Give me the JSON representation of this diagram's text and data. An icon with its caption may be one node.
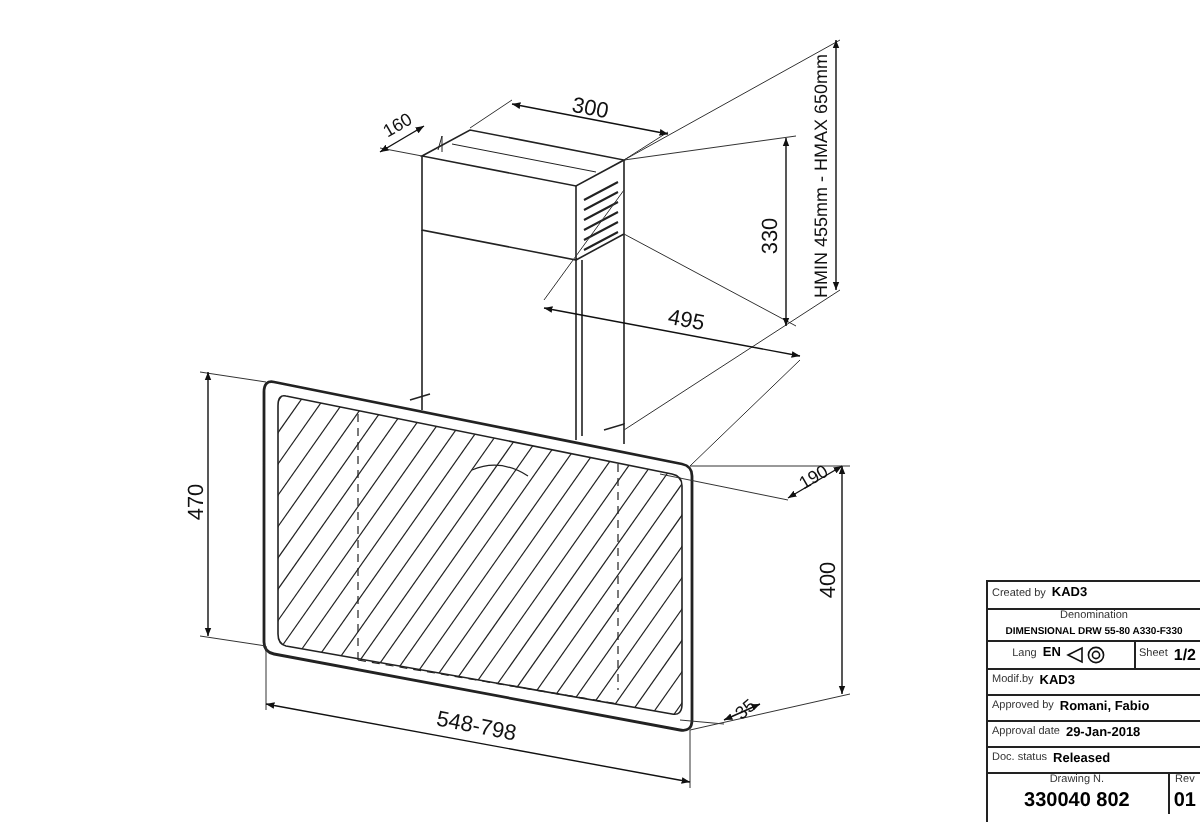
{
  "diagram": {
    "labels": [
      "300",
      "160",
      "330",
      "495",
      "HMIN 455mm - HMAX 650mm",
      "470",
      "190",
      "400",
      "35",
      "548-798",
      "Created by",
      "KAD3",
      "Denomination",
      "DIMENSIONAL DRW 55-80 A330-F330",
      "Lang",
      "EN",
      "Sheet",
      "1/2",
      "Modif.by",
      "KAD3",
      "Approved by",
      "Romani, Fabio",
      "Approval date",
      "29-Jan-2018",
      "Doc. status",
      "Released",
      "Drawing N.",
      "330040 802",
      "Rev",
      "01"
    ]
  }
}
